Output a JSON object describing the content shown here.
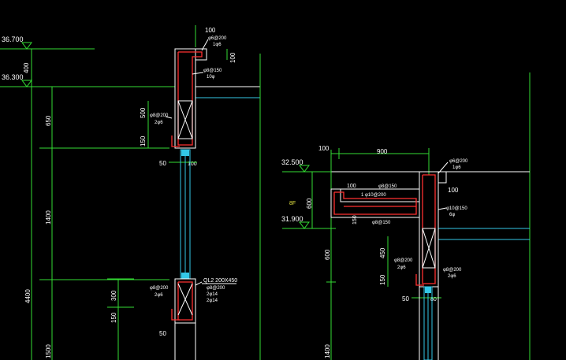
{
  "colors": {
    "background": "#000000",
    "dimension": "#33dd33",
    "outline": "#ffffff",
    "glazing": "#33c8e8",
    "rebar": "#ff3030",
    "annotation": "#e0e040"
  },
  "left_detail": {
    "elevations": [
      "36.700",
      "36.300"
    ],
    "dims_top": [
      "100",
      "100"
    ],
    "dims_vertical": [
      "400",
      "650",
      "1400",
      "4400",
      "1500"
    ],
    "dims_local": [
      "500",
      "150",
      "50",
      "100",
      "300",
      "150",
      "50"
    ],
    "rebar_labels": [
      "φ6@200",
      "1φ6",
      "φ8@150",
      "10φ",
      "φ8@200",
      "2φ6",
      "φ8@200",
      "2φ6"
    ],
    "beam_label": [
      "QL2 200X450",
      "φ8@200",
      "2φ14",
      "2φ14"
    ]
  },
  "right_detail": {
    "elevations": [
      "32.500",
      "31.900"
    ],
    "dims_top": [
      "100",
      "900"
    ],
    "dims_vertical": [
      "600",
      "600",
      "1400"
    ],
    "dims_local": [
      "100",
      "100",
      "150",
      "450",
      "150",
      "50",
      "80"
    ],
    "rebar_labels": [
      "φ6@200",
      "1φ6",
      "φ8@150",
      "1 φ10@200",
      "φ8@150",
      "φ10@150",
      "6φ",
      "φ8@200",
      "2φ6",
      "φ8@200",
      "2φ6"
    ],
    "floor_mark": "8F"
  }
}
